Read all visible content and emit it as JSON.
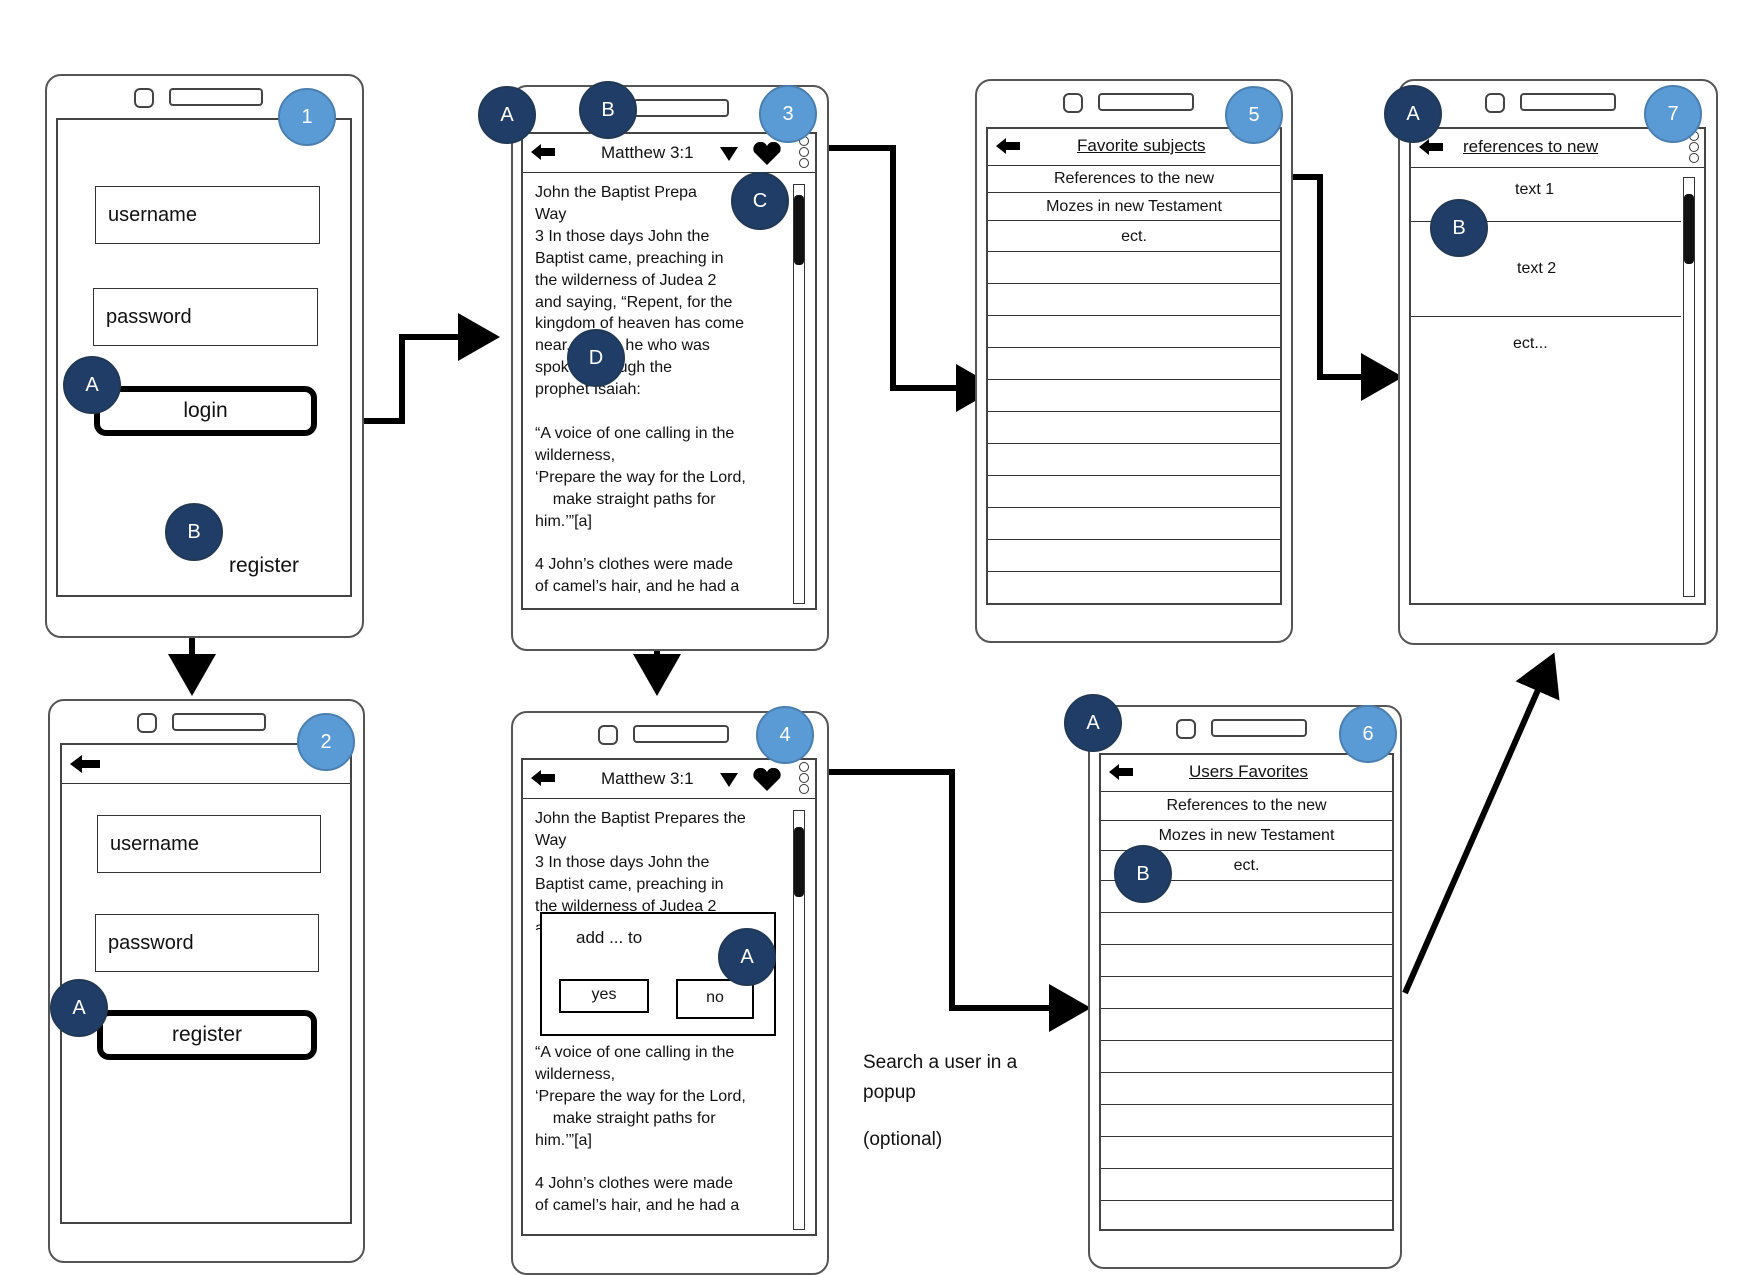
{
  "screens": {
    "s1": {
      "badge": "1",
      "username": "username",
      "password": "password",
      "login": "login",
      "register": "register",
      "badge_a": "A",
      "badge_b": "B"
    },
    "s2": {
      "badge": "2",
      "username": "username",
      "password": "password",
      "register": "register",
      "badge_a": "A"
    },
    "s3": {
      "badge": "3",
      "badge_a": "A",
      "badge_b": "B",
      "badge_c": "C",
      "badge_d": "D",
      "title": "Matthew 3:1",
      "text": "John the Baptist Prepa\nWay\n3 In those days John the\nBaptist came, preaching in\nthe wilderness of Judea 2\nand saying, “Repent, for the\nkingdom of heaven has come\nnear. This is he who was\nspoken through the\nprophet Isaiah:\n\n“A voice of one calling in the\nwilderness,\n‘Prepare the way for the Lord,\n    make straight paths for\nhim.’”[a]\n\n4 John’s clothes were made\nof camel’s hair, and he had a"
    },
    "s4": {
      "badge": "4",
      "badge_a": "A",
      "title": "Matthew 3:1",
      "text_top": "John the Baptist Prepares the\nWay\n3 In those days John the\nBaptist came, preaching in\nthe wilderness of Judea 2\nand saying, “Repent, for the",
      "text_bottom": "“A voice of one calling in the\nwilderness,\n‘Prepare the way for the Lord,\n    make straight paths for\nhim.’”[a]\n\n4 John’s clothes were made\nof camel’s hair, and he had a",
      "popup": {
        "title": "add ... to",
        "yes": "yes",
        "no": "no"
      }
    },
    "s5": {
      "badge": "5",
      "title": "Favorite subjects",
      "rows": [
        "References to the new",
        "Mozes in new Testament",
        "ect."
      ]
    },
    "s6": {
      "badge": "6",
      "badge_a": "A",
      "badge_b": "B",
      "title": "Users Favorites",
      "rows": [
        "References to the new",
        "Mozes in new Testament",
        "ect."
      ]
    },
    "s7": {
      "badge": "7",
      "badge_a": "A",
      "badge_b": "B",
      "title": "references to new",
      "items": [
        "text 1",
        "text 2",
        "ect..."
      ]
    }
  },
  "note": {
    "line1": "Search a user in a",
    "line2": "popup",
    "line3": "(optional)"
  },
  "colors": {
    "badge_dark": "#1f3d66",
    "badge_light": "#5b9bd5"
  }
}
